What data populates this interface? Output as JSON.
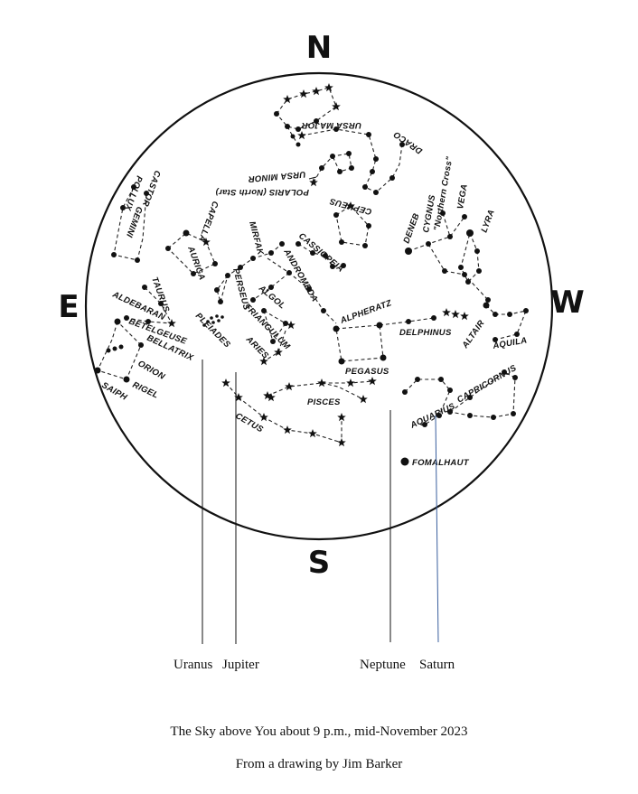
{
  "compass": {
    "north": "N",
    "south": "S",
    "east": "E",
    "west": "W"
  },
  "constellation_labels": {
    "ursa_major": "URSA MAJOR",
    "ursa_minor": "URSA MINOR",
    "polaris": "POLARIS (North Star)",
    "draco": "DRACO",
    "cepheus": "CEPHEUS",
    "cassiopeia": "CASSIOPEIA",
    "castor": "CASTOR",
    "pollux": "POLLUX",
    "gemini": "GEMINI",
    "capella": "CAPELLA",
    "auriga": "AURIGA",
    "mirfak": "MIRFAK",
    "perseus": "PERSEUS",
    "andromeda": "ANDROMEDA",
    "algol": "ALGOL",
    "triangulum": "TRIANGULUM",
    "aries": "ARIES",
    "taurus": "TAURUS",
    "aldebaran": "ALDEBARAN",
    "pleiades": "PLEIADES",
    "betelgeuse": "BETELGEUSE",
    "bellatrix": "BELLATRIX",
    "orion": "ORION",
    "rigel": "RIGEL",
    "saiph": "SAIPH",
    "alpheratz": "ALPHERATZ",
    "pegasus": "PEGASUS",
    "pisces": "PISCES",
    "cetus": "CETUS",
    "deneb": "DENEB",
    "cygnus": "CYGNUS",
    "northern_cross": "\"Northern Cross\"",
    "vega": "VEGA",
    "lyra": "LYRA",
    "delphinus": "DELPHINUS",
    "altair": "ALTAIR",
    "aquila": "AQUILA",
    "aquarius": "AQUARIUS",
    "capricornus": "CAPRICORNUS",
    "fomalhaut": "FOMALHAUT"
  },
  "planets": [
    "Uranus",
    "Jupiter",
    "Neptune",
    "Saturn"
  ],
  "caption": {
    "title": "The Sky above You about 9 p.m., mid-November 2023",
    "credit": "From a drawing by Jim Barker"
  }
}
